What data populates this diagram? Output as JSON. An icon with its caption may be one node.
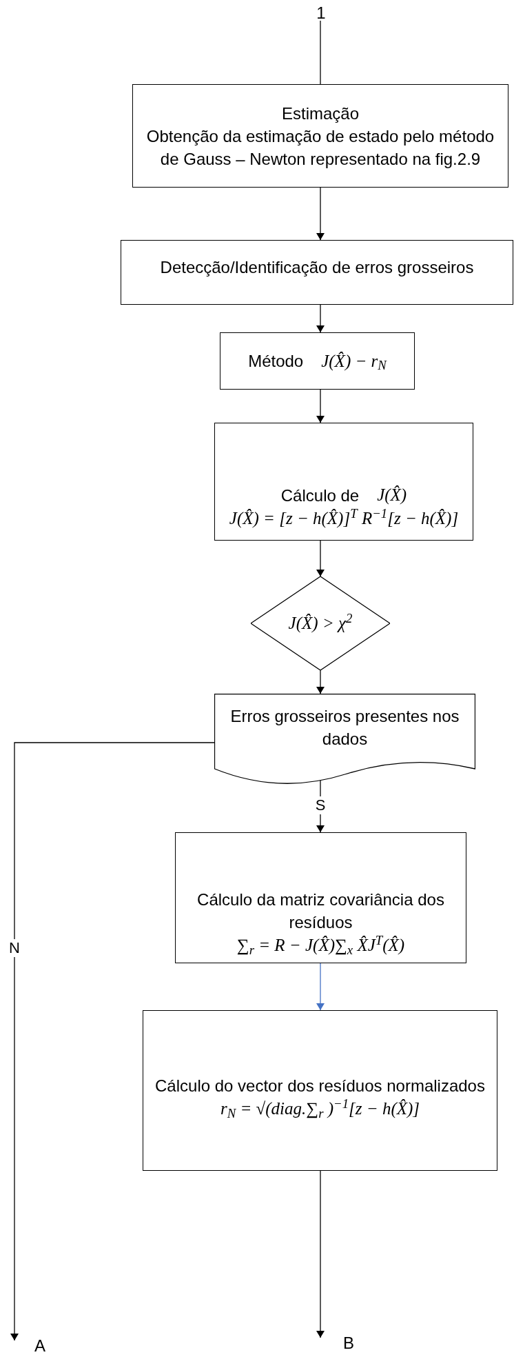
{
  "diagram": {
    "nodes": [
      {
        "text": [
          "1"
        ]
      },
      {
        "text": [
          "Estimação",
          "Obtenção da estimação de estado pelo método de Gauss – Newton representado na fig.2.9"
        ]
      },
      {
        "text": [
          "Detecção/Identificação de erros grosseiros"
        ]
      },
      {
        "text": [
          "Método",
          "J(X̂) − r$_{N}$"
        ]
      },
      {
        "text": [
          "Cálculo de",
          "J(X̂)",
          "J(X̂) = [z − h(X̂)]$^{T}$ R$^{−1}$[z − h(X̂)]"
        ]
      },
      {
        "text": [
          "J(X̂) > χ$^{2}$"
        ]
      },
      {
        "text": [
          "Erros grosseiros presentes nos dados"
        ]
      },
      {
        "text": [
          "Cálculo da matriz covariância dos resíduos",
          "∑$_{r}$ = R − J(X̂)∑$_{x}$ X̂J$^{T}$(X̂)"
        ]
      },
      {
        "text": [
          "Cálculo do vector dos resíduos normalizados",
          "r$_{N}$ = √(diag.∑$_{r}$ )$^{−1}$[z − h(X̂)]"
        ]
      },
      {
        "text": [
          "A"
        ]
      },
      {
        "text": [
          "B"
        ]
      }
    ],
    "edges": [
      {
        "from": 0,
        "to": 1,
        "arrow": "none"
      },
      {
        "from": 1,
        "to": 2,
        "arrow": "to"
      },
      {
        "from": 2,
        "to": 3,
        "arrow": "to"
      },
      {
        "from": 3,
        "to": 4,
        "arrow": "to"
      },
      {
        "from": 4,
        "to": 5,
        "arrow": "to"
      },
      {
        "from": 5,
        "to": 6,
        "arrow": "to"
      },
      {
        "from": 6,
        "to": 7,
        "arrow": "to",
        "label": "S"
      },
      {
        "from": 6,
        "to": 9,
        "arrow": "to",
        "label": "N"
      },
      {
        "from": 7,
        "to": 8,
        "arrow": "to",
        "color": "#4472c4"
      },
      {
        "from": 8,
        "to": 10,
        "arrow": "to"
      }
    ]
  }
}
